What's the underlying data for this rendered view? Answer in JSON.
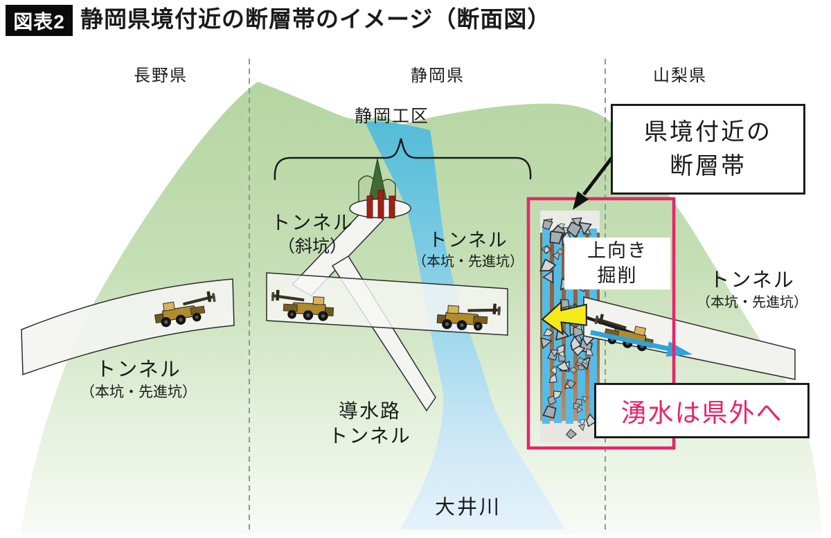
{
  "title": {
    "badge": "図表2",
    "text": "静岡県境付近の断層帯のイメージ（断面図）"
  },
  "prefectures": {
    "nagano": "長野県",
    "shizuoka": "静岡県",
    "yamanashi": "山梨県"
  },
  "site": {
    "section_label": "静岡工区",
    "river_label": "大井川"
  },
  "tunnels": {
    "incline": {
      "l1": "トンネル",
      "l2": "（斜坑）"
    },
    "main_left": {
      "l1": "トンネル",
      "l2": "（本坑・先進坑）"
    },
    "main_center": {
      "l1": "トンネル",
      "l2": "（本坑・先進坑）"
    },
    "main_right": {
      "l1": "トンネル",
      "l2": "（本坑・先進坑）"
    },
    "conduit": {
      "l1": "導水路",
      "l2": "トンネル"
    }
  },
  "annotations": {
    "fault_callout": {
      "l1": "県境付近の",
      "l2": "断層帯"
    },
    "upward_excavation": {
      "l1": "上向き",
      "l2": "掘削"
    },
    "spring_water": "湧水は県外へ"
  },
  "colors": {
    "accent_pink": "#e7256b",
    "mountain_green": "#b7d6a4",
    "mountain_fade": "#f8fbf6",
    "river_teal": "#54bcd8",
    "river_pale": "#e4f2fa",
    "yellow_arrow": "#f6e919",
    "blue_arrow": "#2fa3dc",
    "fault_brown": "#9b6a44",
    "fault_tan": "#c0906a",
    "fault_blue": "#55bce5",
    "fragment_gray": "#a7adb0",
    "machine_yellow": "#b08c2e",
    "tree_light": "#b9d2a4",
    "tree_dark": "#3f6b33",
    "bar_red": "#9f2116",
    "dash_gray": "#8b9898"
  }
}
